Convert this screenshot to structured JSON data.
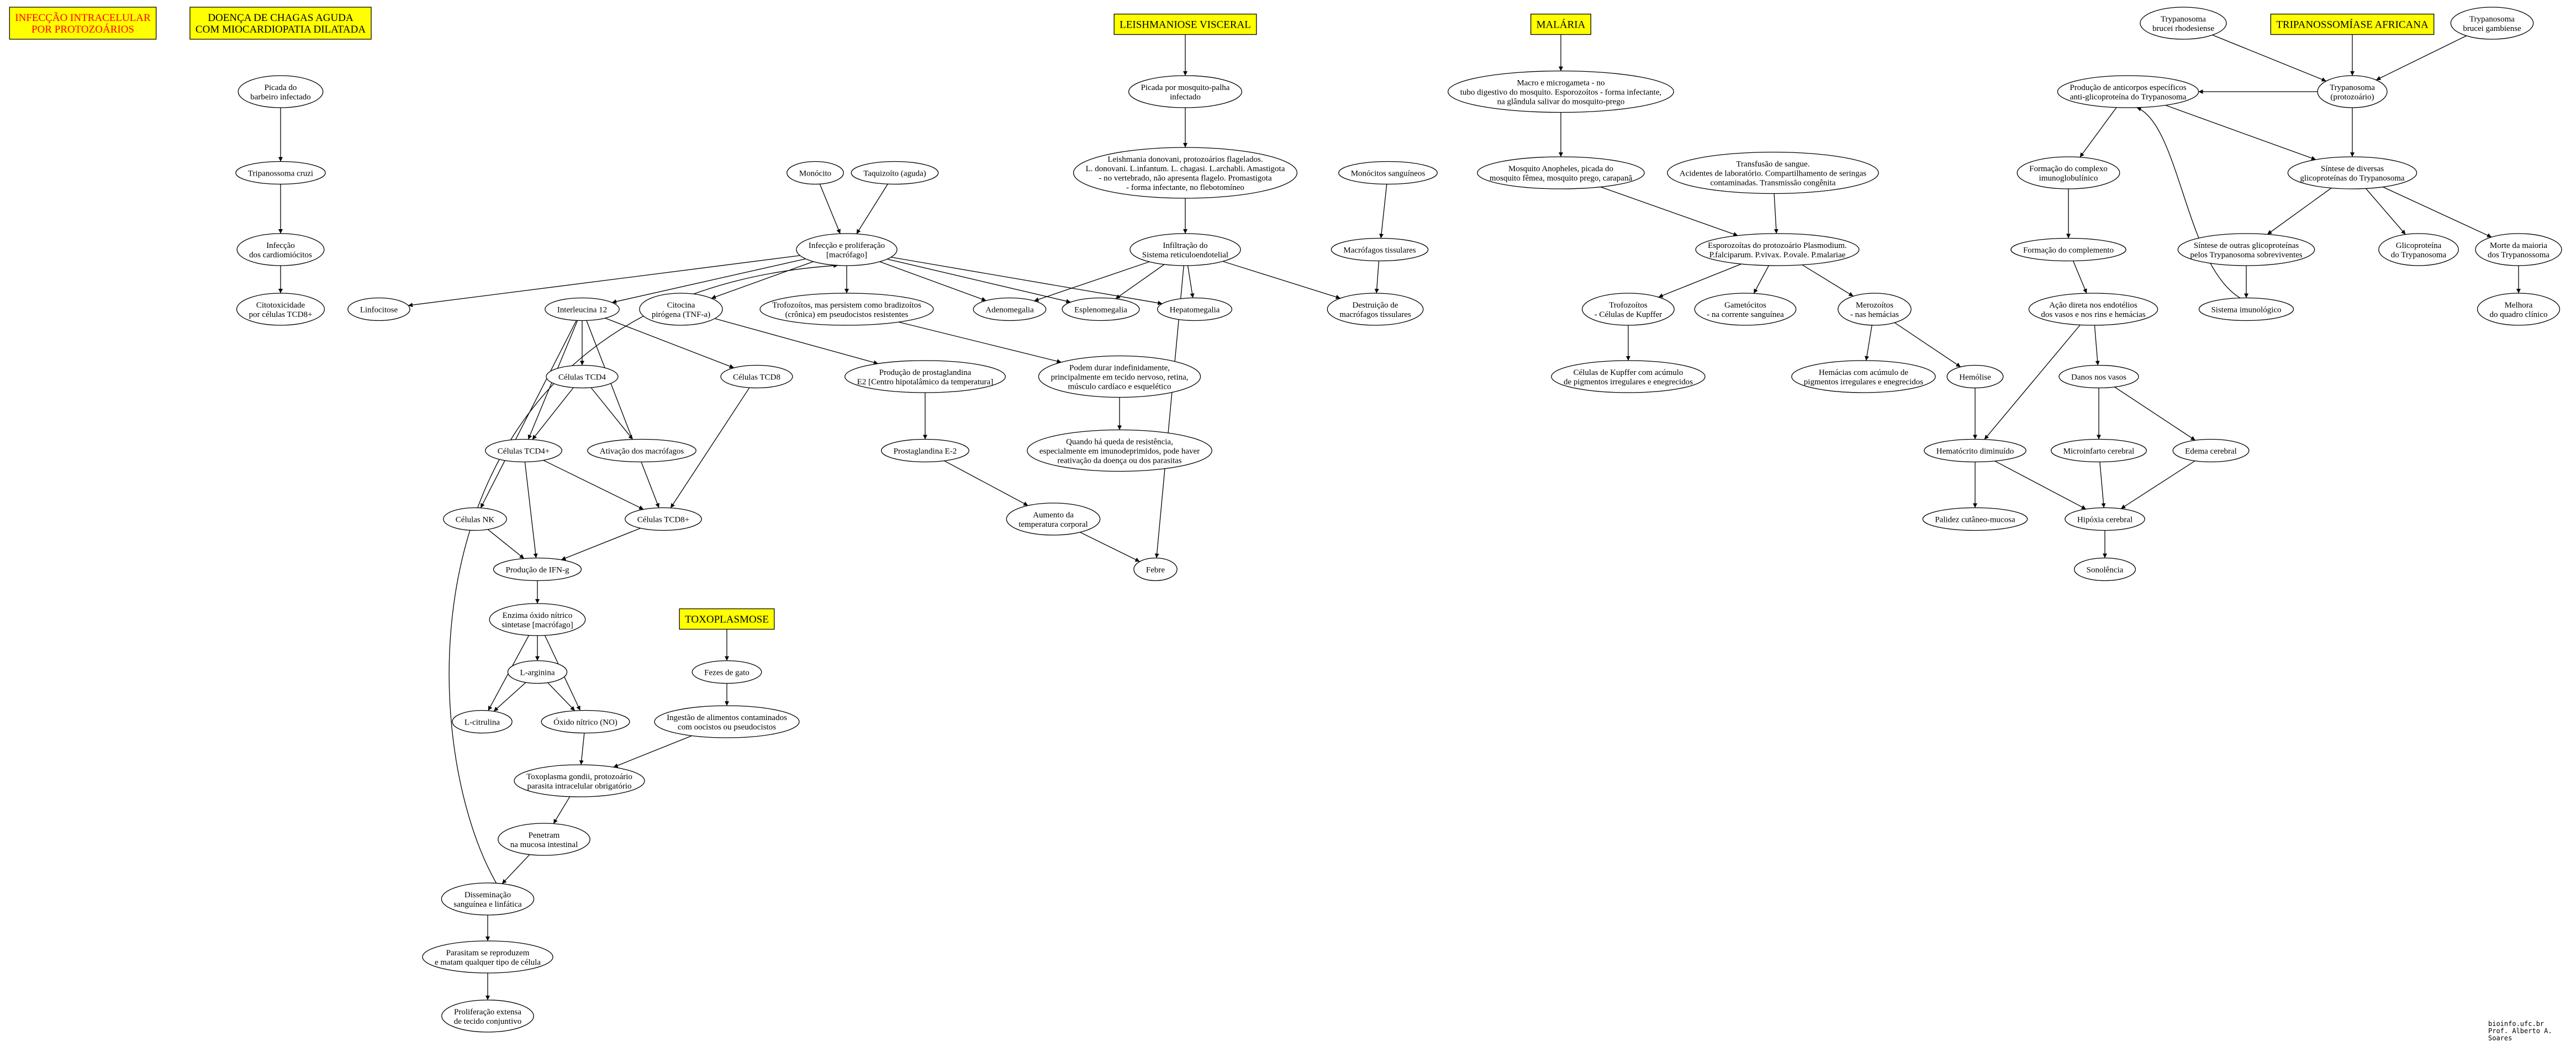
{
  "nodes": {
    "h_infec": {
      "shape": "box",
      "lines": [
        "INFECÇÃO INTRACELULAR",
        "POR PROTOZOÁRIOS"
      ],
      "fill": "#ffff00",
      "text_color": "#ff0000"
    },
    "h_chagas": {
      "shape": "box",
      "lines": [
        "DOENÇA DE CHAGAS AGUDA",
        "COM MIOCARDIOPATIA DILATADA"
      ],
      "fill": "#ffff00"
    },
    "h_leish": {
      "shape": "box",
      "lines": [
        "LEISHMANIOSE VISCERAL"
      ],
      "fill": "#ffff00"
    },
    "h_malaria": {
      "shape": "box",
      "lines": [
        "MALÁRIA"
      ],
      "fill": "#ffff00"
    },
    "h_tripa": {
      "shape": "box",
      "lines": [
        "TRIPANOSSOMÍASE AFRICANA"
      ],
      "fill": "#ffff00"
    },
    "h_toxo": {
      "shape": "box",
      "lines": [
        "TOXOPLASMOSE"
      ],
      "fill": "#ffff00"
    },
    "picada_barb": {
      "lines": [
        "Picada do",
        "barbeiro infectado"
      ]
    },
    "tcruzi": {
      "lines": [
        "Tripanossoma cruzi"
      ]
    },
    "infec_card": {
      "lines": [
        "Infecção",
        "dos cardiomiócitos"
      ]
    },
    "citotox": {
      "lines": [
        "Citotoxicidade",
        "por células TCD8+"
      ]
    },
    "monocito": {
      "lines": [
        "Monócito"
      ]
    },
    "taquizoito": {
      "lines": [
        "Taquizoíto (aguda)"
      ]
    },
    "infec_prolif": {
      "lines": [
        "Infecção e proliferação",
        "[macrófago]"
      ]
    },
    "linfocitose": {
      "lines": [
        "Linfocitose"
      ]
    },
    "il12": {
      "lines": [
        "Interleucina 12"
      ]
    },
    "citocina": {
      "lines": [
        "Citocina",
        "pirógena (TNF-a)"
      ]
    },
    "trofo_bradi": {
      "lines": [
        "Trofozoítos, mas persistem como bradizoítos",
        "(crônica) em pseudocistos resistentes"
      ]
    },
    "adeno": {
      "lines": [
        "Adenomegalia"
      ]
    },
    "espleno": {
      "lines": [
        "Esplenomegalia"
      ]
    },
    "hepato": {
      "lines": [
        "Hepatomegalia"
      ]
    },
    "tcd4": {
      "lines": [
        "Células TCD4"
      ]
    },
    "tcd8": {
      "lines": [
        "Células TCD8"
      ]
    },
    "tcd4p": {
      "lines": [
        "Células TCD4+"
      ]
    },
    "ativ_macro": {
      "lines": [
        "Ativação dos macrófagos"
      ]
    },
    "nk": {
      "lines": [
        "Células NK"
      ]
    },
    "tcd8p": {
      "lines": [
        "Células TCD8+"
      ]
    },
    "ifng": {
      "lines": [
        "Produção de IFN-g"
      ]
    },
    "enzima": {
      "lines": [
        "Enzima óxido nítrico",
        "sintetase [macrófago]"
      ]
    },
    "larginina": {
      "lines": [
        "L-arginina"
      ]
    },
    "lcitrulina": {
      "lines": [
        "L-citrulina"
      ]
    },
    "oxido": {
      "lines": [
        "Óxido nítrico (NO)"
      ]
    },
    "prod_prosta": {
      "lines": [
        "Produção de prostaglandina",
        "E2 [Centro hipotalâmico da temperatura]"
      ]
    },
    "prosta_e2": {
      "lines": [
        "Prostaglandina E-2"
      ]
    },
    "aumento": {
      "lines": [
        "Aumento da",
        "temperatura corporal"
      ]
    },
    "febre": {
      "lines": [
        "Febre"
      ]
    },
    "podem_durar": {
      "lines": [
        "Podem durar indefinidamente,",
        "principalmente em tecido nervoso, retina,",
        "músculo cardíaco e esquelético"
      ]
    },
    "queda": {
      "lines": [
        "Quando há queda de resistência,",
        "especialmente em imunodeprimidos, pode haver",
        "reativação da doença ou dos parasitas"
      ]
    },
    "picada_mosq": {
      "lines": [
        "Picada por mosquito-palha",
        "infectado"
      ]
    },
    "leish_desc": {
      "lines": [
        "Leishmania donovani, protozoários flagelados.",
        "L. donovani. L.infantum. L. chagasi. L.archabli. Amastigota",
        "- no vertebrado, não apresenta flagelo. Promastigota",
        "- forma infectante, no flebotomíneo"
      ]
    },
    "infiltracao": {
      "lines": [
        "Infiltração do",
        "Sistema reticuloendotelial"
      ]
    },
    "mono_sang": {
      "lines": [
        "Monócitos sanguíneos"
      ]
    },
    "macro_tiss": {
      "lines": [
        "Macrófagos tissulares"
      ]
    },
    "destruicao": {
      "lines": [
        "Destruição de",
        "macrófagos tissulares"
      ]
    },
    "macro_micro": {
      "lines": [
        "Macro e microgameta - no",
        "tubo digestivo do mosquito. Esporozoítos - forma infectante,",
        "na glândula salivar do mosquito-prego"
      ]
    },
    "anopheles": {
      "lines": [
        "Mosquito Anopheles, picada do",
        "mosquito fêmea, mosquito prego, carapanã"
      ]
    },
    "transfusao": {
      "lines": [
        "Transfusão de sangue.",
        "Acidentes de laboratório. Compartilhamento de seringas",
        "contaminadas. Transmissão congênita"
      ]
    },
    "esporozoitas": {
      "lines": [
        "Esporozoítas do protozoário Plasmodium.",
        "P.falciparum. P.vivax. P.ovale. P.malariae"
      ]
    },
    "trofozoitos": {
      "lines": [
        "Trofozoítos",
        "- Células de Kupffer"
      ]
    },
    "gametocitos": {
      "lines": [
        "Gametócitos",
        "- na corrente sanguínea"
      ]
    },
    "merozoitos": {
      "lines": [
        "Merozoítos",
        "- nas hemácias"
      ]
    },
    "kupffer": {
      "lines": [
        "Células de Kupffer com acúmulo",
        "de pigmentos irregulares e enegrecidos"
      ]
    },
    "hemacias": {
      "lines": [
        "Hemácias com acúmulo de",
        "pigmentos irregulares e enegrecidos"
      ]
    },
    "hemolise": {
      "lines": [
        "Hemólise"
      ]
    },
    "hematocrito": {
      "lines": [
        "Hematócrito diminuído"
      ]
    },
    "palidez": {
      "lines": [
        "Palidez cutâneo-mucosa"
      ]
    },
    "tb_rhod": {
      "lines": [
        "Trypanosoma",
        "brucei rhodesiense"
      ]
    },
    "tb_gamb": {
      "lines": [
        "Trypanosoma",
        "brucei gambiense"
      ]
    },
    "trypanosoma": {
      "lines": [
        "Trypanosoma",
        "(protozoário)"
      ]
    },
    "prod_anticorpos": {
      "lines": [
        "Produção de anticorpos específicos",
        "anti-glicoproteína do Trypanosoma"
      ]
    },
    "sintese_div": {
      "lines": [
        "Síntese de diversas",
        "glicoproteínas do Trypanosoma"
      ]
    },
    "complexo_imuno": {
      "lines": [
        "Formação do complexo",
        "imunoglobulínico"
      ]
    },
    "form_compl": {
      "lines": [
        "Formação do complemento"
      ]
    },
    "acao_direta": {
      "lines": [
        "Ação direta nos endotélios",
        "dos vasos e nos rins e hemácias"
      ]
    },
    "danos_vasos": {
      "lines": [
        "Danos nos vasos"
      ]
    },
    "microinfarto": {
      "lines": [
        "Microinfarto cerebral"
      ]
    },
    "edema": {
      "lines": [
        "Edema cerebral"
      ]
    },
    "hipoxia": {
      "lines": [
        "Hipóxia cerebral"
      ]
    },
    "sonolencia": {
      "lines": [
        "Sonolência"
      ]
    },
    "sintese_outras": {
      "lines": [
        "Síntese de outras glicoproteínas",
        "pelos Trypanosoma sobreviventes"
      ]
    },
    "glicoproteina": {
      "lines": [
        "Glicoproteína",
        "do Trypanosoma"
      ]
    },
    "morte_maioria": {
      "lines": [
        "Morte da maioria",
        "dos Trypanossoma"
      ]
    },
    "sistema_imuno": {
      "lines": [
        "Sistema imunológico"
      ]
    },
    "melhora": {
      "lines": [
        "Melhora",
        "do quadro clínico"
      ]
    },
    "fezes_gato": {
      "lines": [
        "Fezes de gato"
      ]
    },
    "ingestao": {
      "lines": [
        "Ingestão de alimentos contaminados",
        "com oocistos ou pseudocistos"
      ]
    },
    "toxo_gondii": {
      "lines": [
        "Toxoplasma gondii, protozoário",
        "parasita intracelular obrigatório"
      ]
    },
    "penetram": {
      "lines": [
        "Penetram",
        "na mucosa intestinal"
      ]
    },
    "disseminacao": {
      "lines": [
        "Disseminação",
        "sanguínea e linfática"
      ]
    },
    "parasitam": {
      "lines": [
        "Parasitam se reproduzem",
        "e matam qualquer tipo de célula"
      ]
    },
    "proliferacao": {
      "lines": [
        "Proliferação extensa",
        "de tecido conjuntivo"
      ]
    }
  },
  "edges": [
    [
      "picada_barb",
      "tcruzi"
    ],
    [
      "tcruzi",
      "infec_card"
    ],
    [
      "infec_card",
      "citotox"
    ],
    [
      "monocito",
      "infec_prolif"
    ],
    [
      "taquizoito",
      "infec_prolif"
    ],
    [
      "infec_prolif",
      "linfocitose"
    ],
    [
      "infec_prolif",
      "il12"
    ],
    [
      "infec_prolif",
      "citocina"
    ],
    [
      "infec_prolif",
      "trofo_bradi"
    ],
    [
      "infec_prolif",
      "adeno"
    ],
    [
      "infec_prolif",
      "espleno"
    ],
    [
      "infec_prolif",
      "hepato"
    ],
    [
      "il12",
      "tcd4"
    ],
    [
      "il12",
      "tcd8"
    ],
    [
      "il12",
      "tcd4p"
    ],
    [
      "il12",
      "nk"
    ],
    [
      "il12",
      "tcd8p"
    ],
    [
      "tcd4",
      "tcd4p"
    ],
    [
      "tcd4",
      "ativ_macro"
    ],
    [
      "tcd4p",
      "tcd8p"
    ],
    [
      "tcd4p",
      "ifng"
    ],
    [
      "tcd8",
      "tcd8p"
    ],
    [
      "nk",
      "ifng"
    ],
    [
      "tcd8p",
      "ifng"
    ],
    [
      "ifng",
      "enzima"
    ],
    [
      "enzima",
      "lcitrulina"
    ],
    [
      "enzima",
      "larginina"
    ],
    [
      "enzima",
      "oxido"
    ],
    [
      "larginina",
      "lcitrulina"
    ],
    [
      "larginina",
      "oxido"
    ],
    [
      "citocina",
      "prod_prosta"
    ],
    [
      "prod_prosta",
      "prosta_e2"
    ],
    [
      "prosta_e2",
      "aumento"
    ],
    [
      "aumento",
      "febre"
    ],
    [
      "trofo_bradi",
      "podem_durar"
    ],
    [
      "podem_durar",
      "queda"
    ],
    [
      "h_leish",
      "picada_mosq"
    ],
    [
      "picada_mosq",
      "leish_desc"
    ],
    [
      "leish_desc",
      "infiltracao"
    ],
    [
      "infiltracao",
      "adeno"
    ],
    [
      "infiltracao",
      "espleno"
    ],
    [
      "infiltracao",
      "hepato"
    ],
    [
      "infiltracao",
      "destruicao"
    ],
    [
      "infiltracao",
      "febre"
    ],
    [
      "mono_sang",
      "macro_tiss"
    ],
    [
      "macro_tiss",
      "destruicao"
    ],
    [
      "h_malaria",
      "macro_micro"
    ],
    [
      "macro_micro",
      "anopheles"
    ],
    [
      "anopheles",
      "esporozoitas"
    ],
    [
      "transfusao",
      "esporozoitas"
    ],
    [
      "esporozoitas",
      "trofozoitos"
    ],
    [
      "esporozoitas",
      "gametocitos"
    ],
    [
      "esporozoitas",
      "merozoitos"
    ],
    [
      "trofozoitos",
      "kupffer"
    ],
    [
      "merozoitos",
      "hemacias"
    ],
    [
      "merozoitos",
      "hemolise"
    ],
    [
      "hemolise",
      "hematocrito"
    ],
    [
      "hematocrito",
      "palidez"
    ],
    [
      "hematocrito",
      "hipoxia"
    ],
    [
      "tb_rhod",
      "trypanosoma"
    ],
    [
      "h_tripa",
      "trypanosoma"
    ],
    [
      "tb_gamb",
      "trypanosoma"
    ],
    [
      "trypanosoma",
      "prod_anticorpos"
    ],
    [
      "trypanosoma",
      "sintese_div"
    ],
    [
      "prod_anticorpos",
      "complexo_imuno"
    ],
    [
      "prod_anticorpos",
      "sintese_div"
    ],
    [
      "complexo_imuno",
      "form_compl"
    ],
    [
      "form_compl",
      "acao_direta"
    ],
    [
      "acao_direta",
      "danos_vasos"
    ],
    [
      "acao_direta",
      "hematocrito"
    ],
    [
      "danos_vasos",
      "microinfarto"
    ],
    [
      "danos_vasos",
      "edema"
    ],
    [
      "microinfarto",
      "hipoxia"
    ],
    [
      "edema",
      "hipoxia"
    ],
    [
      "hipoxia",
      "sonolencia"
    ],
    [
      "sintese_div",
      "sintese_outras"
    ],
    [
      "sintese_div",
      "glicoproteina"
    ],
    [
      "sintese_div",
      "morte_maioria"
    ],
    [
      "sintese_outras",
      "sistema_imuno"
    ],
    [
      "sistema_imuno",
      "prod_anticorpos"
    ],
    [
      "morte_maioria",
      "melhora"
    ],
    [
      "h_toxo",
      "fezes_gato"
    ],
    [
      "fezes_gato",
      "ingestao"
    ],
    [
      "ingestao",
      "toxo_gondii"
    ],
    [
      "oxido",
      "toxo_gondii"
    ],
    [
      "toxo_gondii",
      "penetram"
    ],
    [
      "penetram",
      "disseminacao"
    ],
    [
      "disseminacao",
      "infec_prolif"
    ],
    [
      "disseminacao",
      "parasitam"
    ],
    [
      "parasitam",
      "proliferacao"
    ]
  ],
  "footer": {
    "line1": "bioinfo.ufc.br",
    "line2": "Prof. Alberto A. Soares"
  },
  "colors": {
    "header_fill": "#ffff00",
    "header_border": "#000000",
    "header_red_text": "#ff0000",
    "edge": "#000000"
  }
}
